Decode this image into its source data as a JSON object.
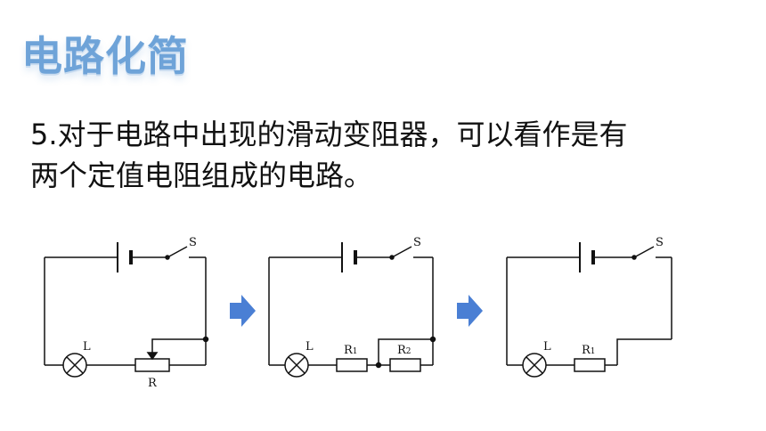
{
  "title": "电路化简",
  "body": {
    "line1": "5.对于电路中出现的滑动变阻器，可以看作是有",
    "line2": "两个定值电阻组成的电路。"
  },
  "circuits": [
    {
      "switch": "S",
      "lamp": "L",
      "resistor": "R"
    },
    {
      "switch": "S",
      "lamp": "L",
      "r1_main": "R",
      "r1_sub": "1",
      "r2_main": "R",
      "r2_sub": "2"
    },
    {
      "switch": "S",
      "lamp": "L",
      "r1_main": "R",
      "r1_sub": "1"
    }
  ],
  "colors": {
    "title": "#6ea3d8",
    "arrow": "#4a7fd4"
  }
}
